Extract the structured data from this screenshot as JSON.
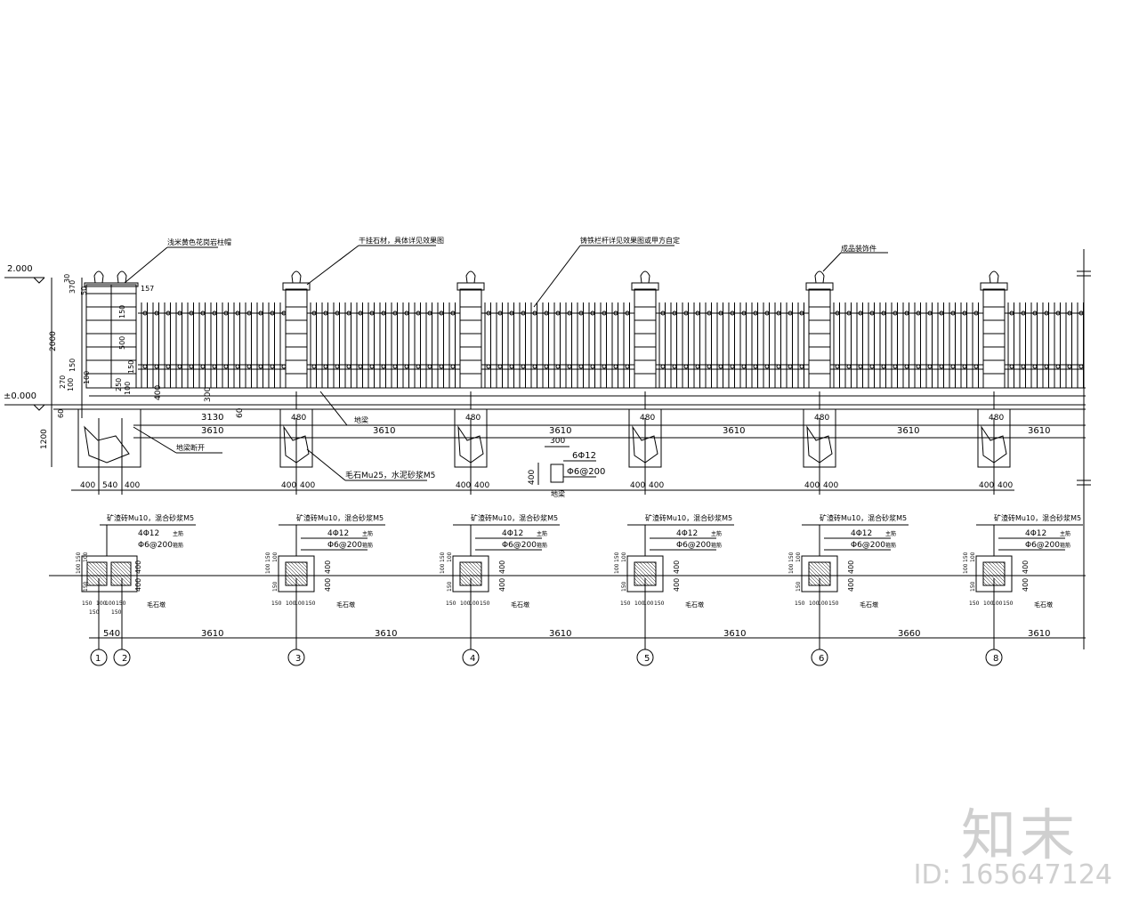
{
  "drawing": {
    "elevation": {
      "level_top": "2.000",
      "level_zero": "±0.000",
      "left_dims": [
        "2000",
        "1200",
        "60",
        "270",
        "150",
        "100",
        "100",
        "370",
        "50",
        "30"
      ],
      "pier_dims": [
        "150",
        "500",
        "150",
        "157"
      ],
      "plinth_dims": [
        "400",
        "300",
        "60",
        "250",
        "100"
      ],
      "footing_width": "480",
      "span_3130": "3130",
      "span_3610": "3610",
      "bottom_dims": [
        "400",
        "540",
        "400"
      ],
      "foundation_split": [
        "400",
        "400"
      ]
    },
    "notes": {
      "cap": "浅米黄色花岗岩柱帽",
      "stone_panel": "干挂石材，具体详见效果图",
      "railing": "铸铁栏杆详见效果图或甲方自定",
      "ornament": "成品装饰件",
      "ground_beam": "地梁",
      "beam_break": "地梁断开",
      "rubble": "毛石Mu25，水泥砂浆M5"
    },
    "beam_section": {
      "width": "300",
      "height": "400",
      "main_bar": "6Φ12",
      "stirrup": "Φ6@200",
      "label": "地梁"
    },
    "plan": {
      "brick_note": "矿渣砖Mu10，混合砂浆M5",
      "main_bar": "4Φ12",
      "main_bar_suffix": "主筋",
      "stirrup": "Φ6@200",
      "stirrup_suffix": "箍筋",
      "side_dims": [
        "150",
        "100",
        "100",
        "150"
      ],
      "side_total": [
        "400",
        "400"
      ],
      "bottom_dims": [
        "150",
        "100",
        "100",
        "150"
      ],
      "under_dims": [
        "150",
        "150"
      ],
      "foundation": "毛石墩",
      "first_span": "540",
      "spans": [
        "3610",
        "3610",
        "3610",
        "3610",
        "3660",
        "3610"
      ],
      "axes": [
        "1",
        "2",
        "3",
        "4",
        "5",
        "6",
        "8"
      ]
    }
  },
  "watermark": {
    "logo": "知末",
    "id": "ID: 165647124"
  }
}
